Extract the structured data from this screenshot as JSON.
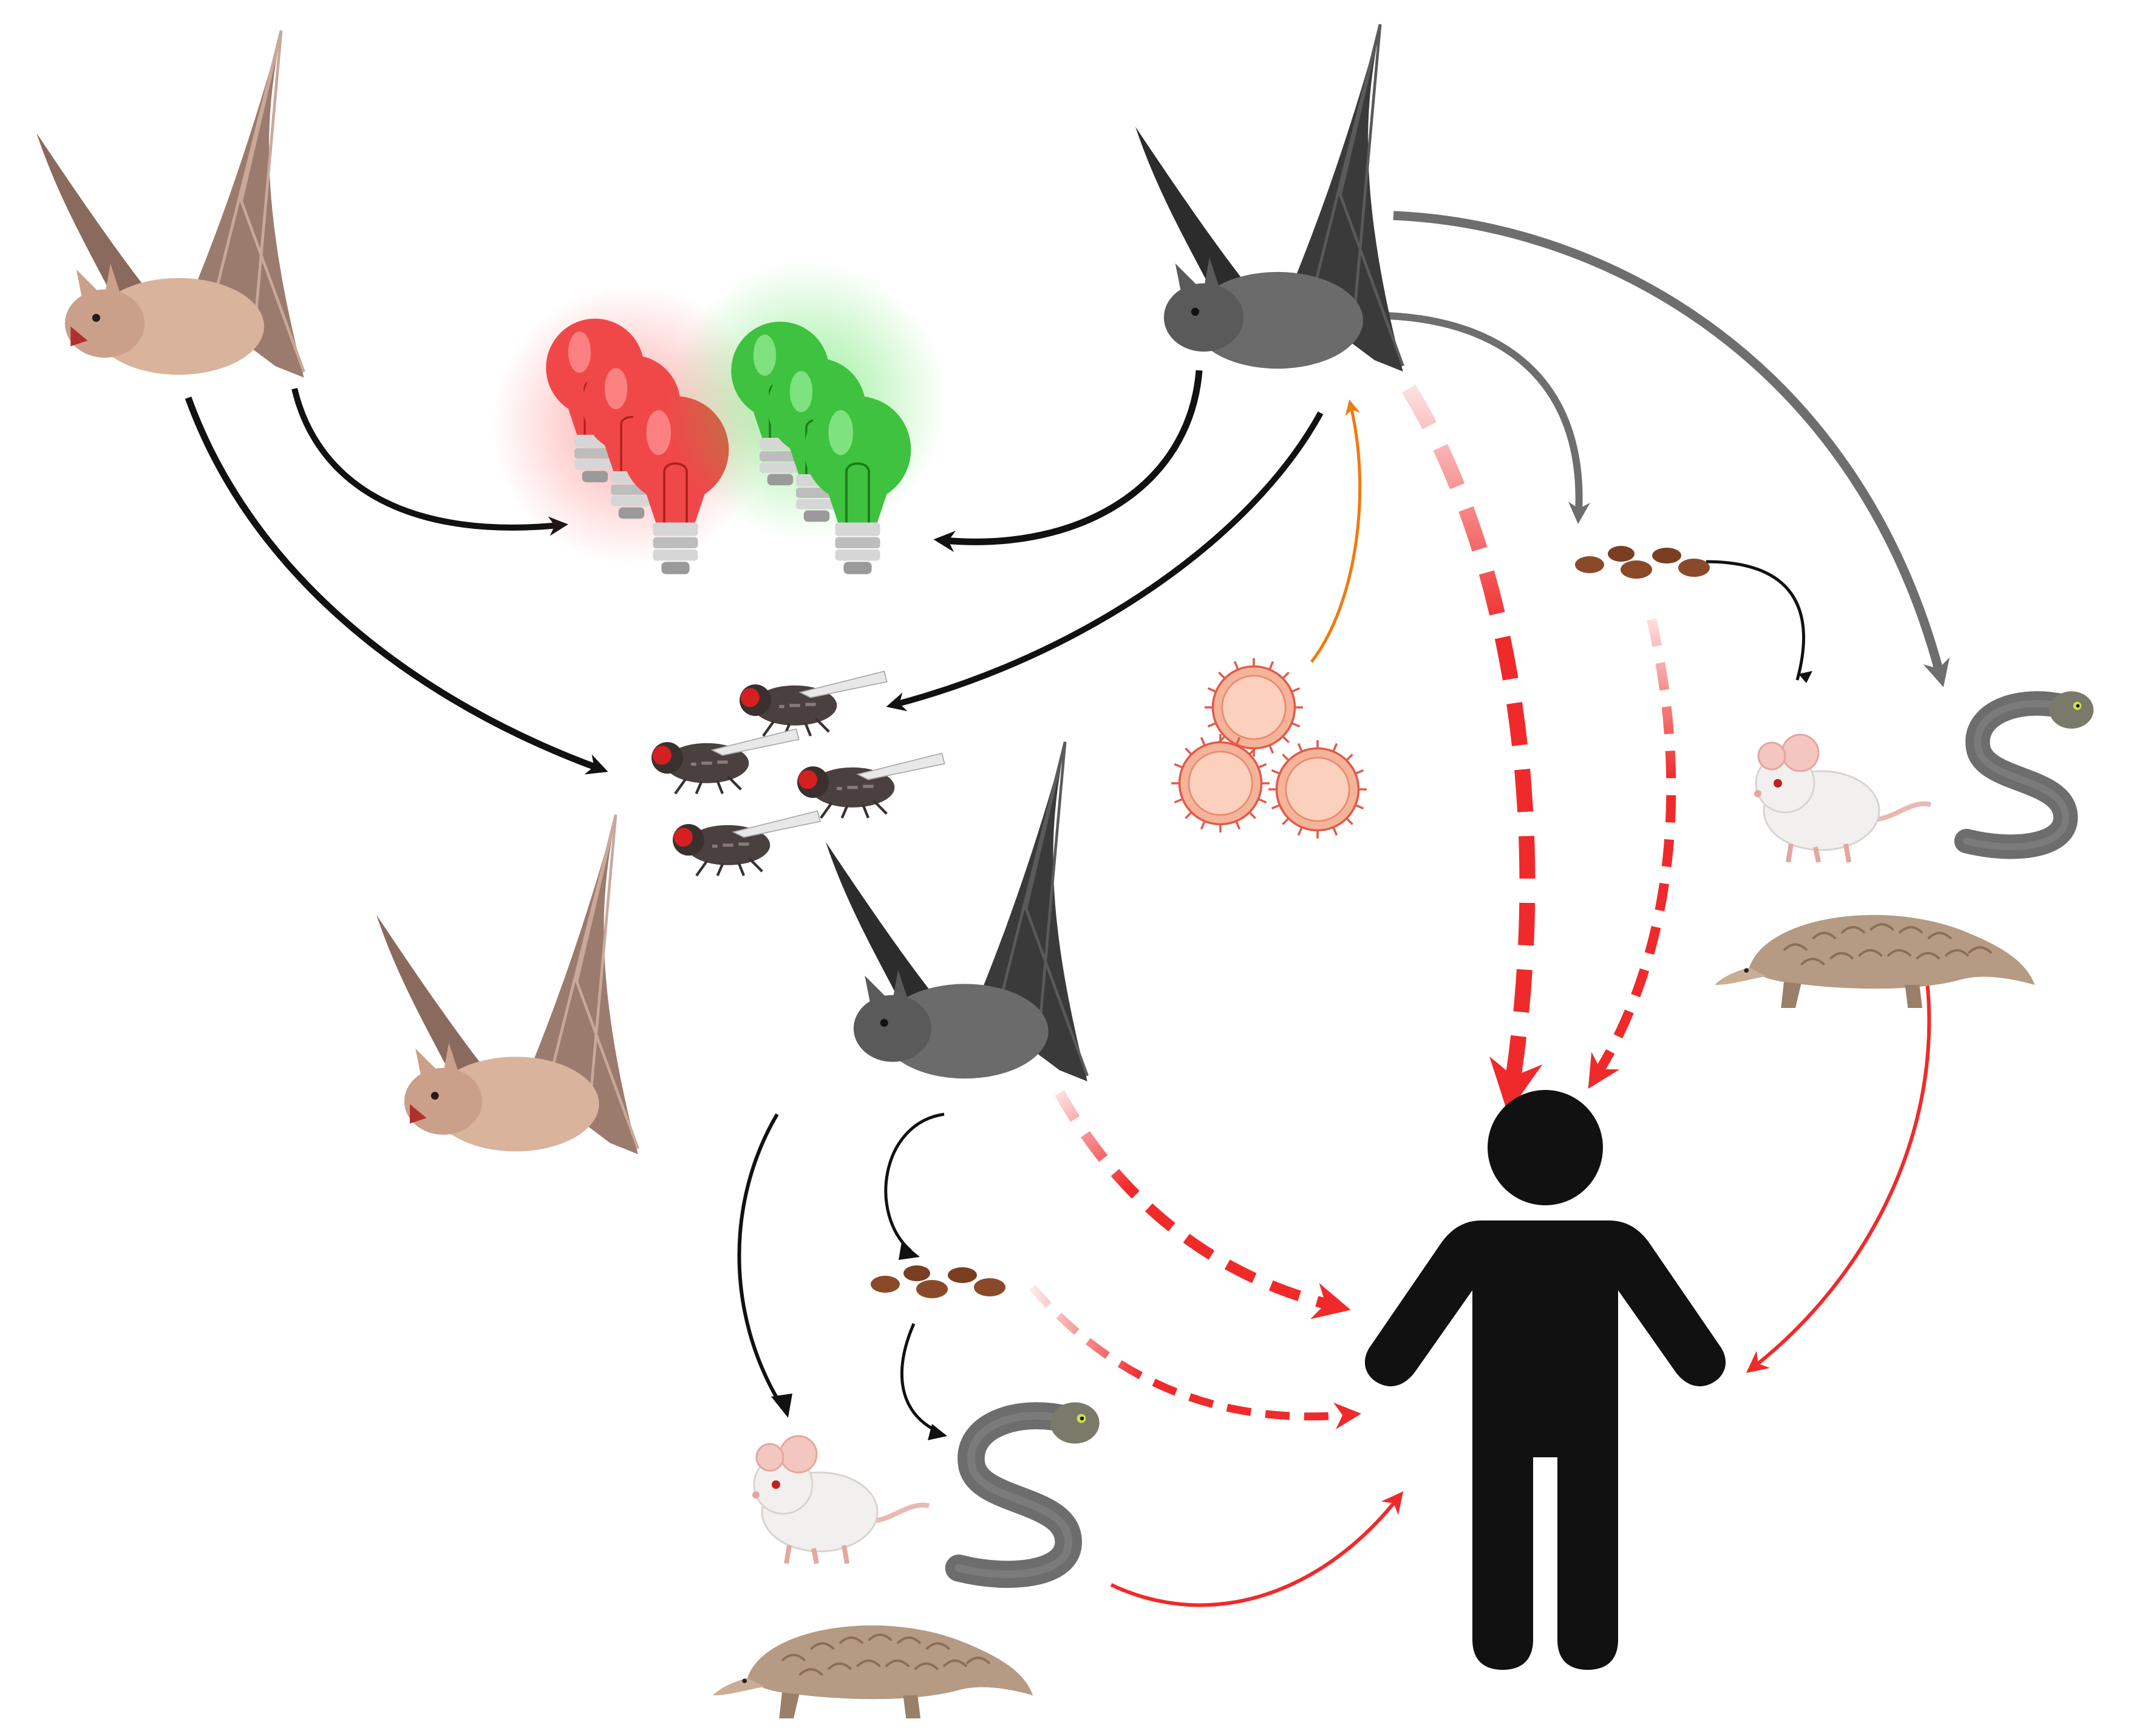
{
  "diagram": {
    "nodes": [
      "brown-bat",
      "dark-bat",
      "red-light-bulbs",
      "green-light-bulbs",
      "insects",
      "virus-particles",
      "bat-guano",
      "mouse",
      "snake",
      "pangolin",
      "human"
    ],
    "colors": {
      "brown_bat": "#9b7b6e",
      "brown_bat_body": "#d9b39c",
      "dark_bat": "#3a3a3a",
      "dark_bat_body": "#6b6b6b",
      "red_bulb": "#f04848",
      "green_bulb": "#3fc23f",
      "bulb_base": "#cfcfcf",
      "insect": "#4a4040",
      "insect_eye": "#d42020",
      "virus": "#f5b49a",
      "virus_spike": "#e25a4a",
      "guano": "#8a4a2a",
      "mouse": "#f2f0ee",
      "snake": "#6d6d6d",
      "pangolin": "#b59a84",
      "human": "#111111",
      "arrow_black": "#111111",
      "arrow_gray": "#6e6e6e",
      "arrow_red": "#f02a2a",
      "arrow_orange": "#f07a10"
    },
    "edge_styles": [
      "solid",
      "dashed"
    ]
  }
}
